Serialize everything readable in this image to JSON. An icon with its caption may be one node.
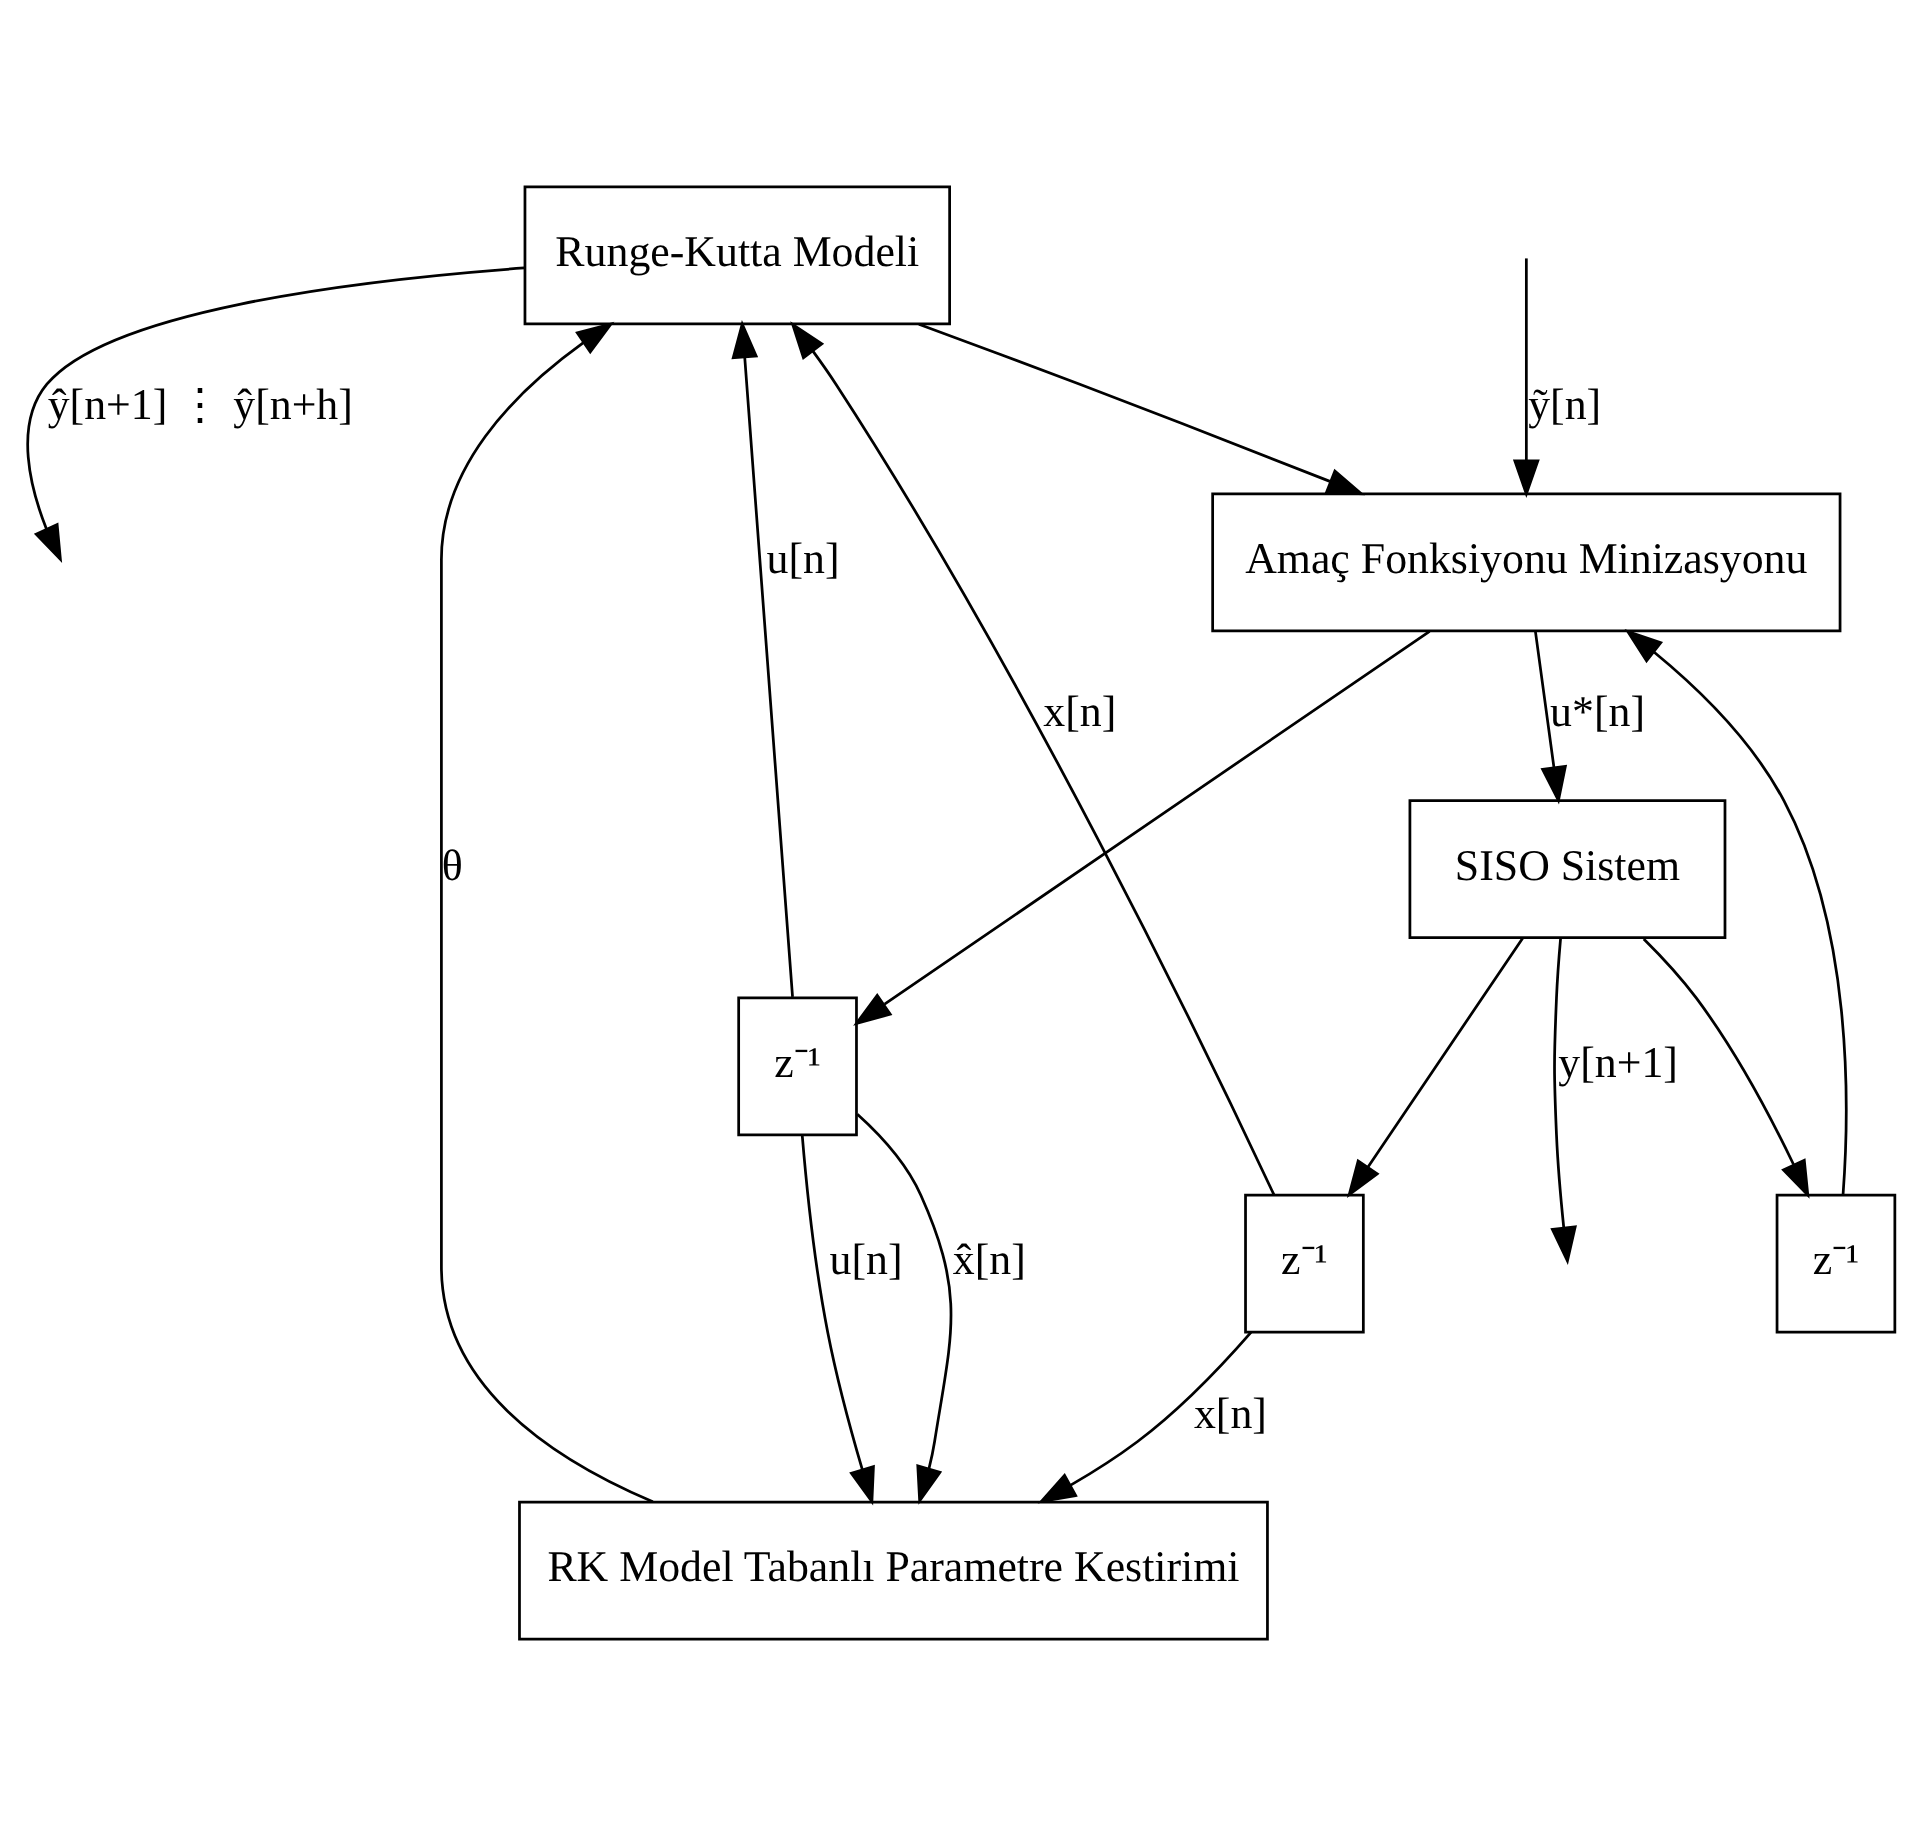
{
  "diagram": {
    "nodes": [
      {
        "text": [
          "Runge-Kutta Modeli"
        ]
      },
      {
        "text": [
          "RK Model Tabanlı Parametre Kestirimi"
        ]
      },
      {
        "text": [
          "z⁻¹"
        ]
      },
      {
        "text": [
          "z⁻¹"
        ]
      },
      {
        "text": [
          "Amaç Fonksiyonu Minizasyonu"
        ]
      },
      {
        "text": [
          "SISO Sistem"
        ]
      },
      {
        "text": [
          "z⁻¹"
        ]
      }
    ],
    "edges": [
      {
        "from": 2,
        "to": 0,
        "arrow": "to",
        "label": "u[n]"
      },
      {
        "from": 1,
        "to": 0,
        "arrow": "to",
        "label": "θ"
      },
      {
        "from": 3,
        "to": 0,
        "arrow": "to",
        "label": "x[n]"
      },
      {
        "from": 0,
        "to": null,
        "arrow": "to",
        "label": "ŷ[n+1] ⋮ ŷ[n+h]"
      },
      {
        "from": 0,
        "to": 4,
        "arrow": "to"
      },
      {
        "from": 2,
        "to": 1,
        "arrow": "to",
        "label": "u[n]"
      },
      {
        "from": 2,
        "to": 1,
        "arrow": "to",
        "label": "x̂[n]"
      },
      {
        "from": 3,
        "to": 1,
        "arrow": "to",
        "label": "x[n]"
      },
      {
        "from": 4,
        "to": 2,
        "arrow": "to"
      },
      {
        "from": 5,
        "to": 3,
        "arrow": "to"
      },
      {
        "from": null,
        "to": 4,
        "arrow": "to",
        "label": "ỹ[n]"
      },
      {
        "from": 4,
        "to": 5,
        "arrow": "to",
        "label": "u*[n]"
      },
      {
        "from": 5,
        "to": null,
        "arrow": "to",
        "label": "y[n+1]"
      },
      {
        "from": 5,
        "to": 6,
        "arrow": "to"
      },
      {
        "from": 6,
        "to": 4,
        "arrow": "to"
      }
    ]
  }
}
